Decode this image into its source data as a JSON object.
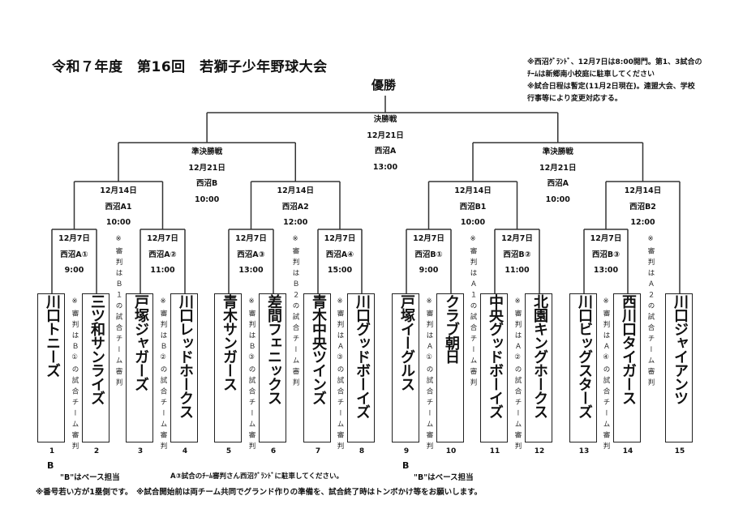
{
  "title": "令和７年度　第16回　若獅子少年野球大会",
  "champion_label": "優勝",
  "top_notes": [
    "※西沼ｸﾞﾗﾝﾄﾞ、12月7日は8:00開門。第1、3試合の",
    "ﾁｰﾑは新郷南小校庭に駐車してください",
    "※試合日程は暫定(11月2日現在)。連盟大会、学校",
    "行事等により変更対応する。"
  ],
  "final": {
    "round": "決勝戦",
    "date": "12月21日",
    "venue": "西沼A",
    "time": "13:00"
  },
  "semifinals": [
    {
      "round": "準決勝戦",
      "date": "12月21日",
      "venue": "西沼B",
      "time": "10:00"
    },
    {
      "round": "準決勝戦",
      "date": "12月21日",
      "venue": "西沼A",
      "time": "10:00"
    }
  ],
  "quarterfinals": [
    {
      "date": "12月14日",
      "venue": "西沼A1",
      "time": "10:00"
    },
    {
      "date": "12月14日",
      "venue": "西沼A2",
      "time": "12:00"
    },
    {
      "date": "12月14日",
      "venue": "西沼B1",
      "time": "10:00"
    },
    {
      "date": "12月14日",
      "venue": "西沼B2",
      "time": "12:00"
    }
  ],
  "first_round": [
    {
      "date": "12月7日",
      "venue": "西沼A①",
      "time": "9:00"
    },
    {
      "date": "12月7日",
      "venue": "西沼A②",
      "time": "11:00"
    },
    {
      "date": "12月7日",
      "venue": "西沼A③",
      "time": "13:00"
    },
    {
      "date": "12月7日",
      "venue": "西沼A④",
      "time": "15:00"
    },
    {
      "date": "12月7日",
      "venue": "西沼B①",
      "time": "9:00"
    },
    {
      "date": "12月7日",
      "venue": "西沼B②",
      "time": "11:00"
    },
    {
      "date": "12月7日",
      "venue": "西沼B③",
      "time": "13:00"
    }
  ],
  "teams": [
    {
      "number": "1",
      "name": "川口トニーズ"
    },
    {
      "number": "2",
      "name": "三ツ和サンライズ"
    },
    {
      "number": "3",
      "name": "戸塚ジャガーズ"
    },
    {
      "number": "4",
      "name": "川口レッドホークス"
    },
    {
      "number": "5",
      "name": "青木サンガース"
    },
    {
      "number": "6",
      "name": "差間フェニックス"
    },
    {
      "number": "7",
      "name": "青木中央ツインズ"
    },
    {
      "number": "8",
      "name": "川口グッドボーイズ"
    },
    {
      "number": "9",
      "name": "戸塚イーグルス"
    },
    {
      "number": "10",
      "name": "クラブ朝日"
    },
    {
      "number": "11",
      "name": "中央グッドボーイズ"
    },
    {
      "number": "12",
      "name": "北園キングホークス"
    },
    {
      "number": "13",
      "name": "川口ビッグスターズ"
    },
    {
      "number": "14",
      "name": "西川口タイガース"
    },
    {
      "number": "15",
      "name": "川口ジャイアンツ"
    }
  ],
  "referee_notes": [
    "※審判はＢ①の試合チーム審判",
    "※審判はＢ１の試合チーム審判",
    "※審判はＢ②の試合チーム審判",
    "※審判はＢ③の試合チーム審判",
    "※審判はＢ２の試合チーム審判",
    "※審判はＡ③の試合チーム審判",
    "※審判はＡ①の試合チーム審判",
    "※審判はＡ１の試合チーム審判",
    "※審判はＡ②の試合チーム審判",
    "※審判はＡ④の試合チーム審判",
    "※審判はＡ２の試合チーム審判"
  ],
  "footer": {
    "b_mark_left": "B",
    "base_note_left": "\"B\"はベース担当",
    "parking_note": "A③試合のﾁｰﾑ審判さん西沼ｸﾞﾗﾝﾄﾞに駐車してください。",
    "b_mark_right": "B",
    "base_note_right": "\"B\"はベース担当",
    "bottom_line": "※番号若い方が1塁側です。　※試合開始前は両チーム共同でグランド作りの準備を、試合終了時はトンボかけ等をお願いします。"
  }
}
